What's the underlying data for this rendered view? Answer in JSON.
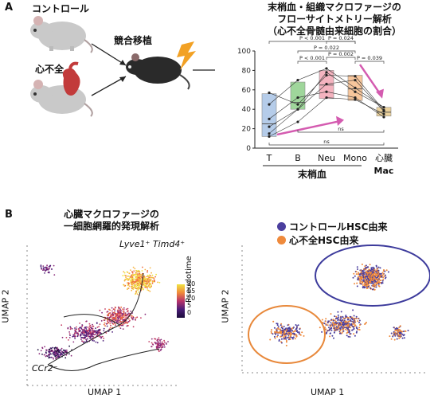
{
  "panel_a": {
    "letter": "A",
    "control_label": "コントロール",
    "heart_failure_label": "心不全",
    "transplant_label": "競合移植",
    "chart_title": [
      "末梢血・組織マクロファージの",
      "フローサイトメトリー解析",
      "（心不全骨髄由来細胞の割合）"
    ]
  },
  "panel_b": {
    "letter": "B",
    "left_title": [
      "心臓マクロファージの",
      "一細胞網羅的発現解析"
    ],
    "lyve_label": "Lyve1⁺ Timd4⁺",
    "ccr2_label": "CCr2⁻",
    "colorbar_label": "Pseudotime",
    "colorbar_ticks": [
      "20",
      "15",
      "10",
      "5",
      "0"
    ],
    "umap1": "UMAP 1",
    "umap2": "UMAP 2",
    "legend": [
      {
        "label": "コントロールHSC由来",
        "color": "#4b3f9e"
      },
      {
        "label": "心不全HSC由来",
        "color": "#ef8a3c"
      }
    ]
  },
  "chart_data": {
    "type": "box",
    "categories": [
      "T",
      "B",
      "Neu",
      "Mono",
      "心臓\nMac"
    ],
    "group_label": "末梢血",
    "category_labels": [
      "T",
      "B",
      "Neu",
      "Mono",
      "心臓",
      "Mac"
    ],
    "ylim": [
      0,
      100
    ],
    "yticks": [
      "0",
      "20",
      "40",
      "60",
      "80",
      "100"
    ],
    "box_colors": [
      "#a9c4e6",
      "#8fd08a",
      "#f3a6b4",
      "#f6bd8b",
      "#e8c98a"
    ],
    "boxes": [
      {
        "q1": 12,
        "median": 25,
        "q3": 56
      },
      {
        "q1": 40,
        "median": 47,
        "q3": 68
      },
      {
        "q1": 51,
        "median": 65,
        "q3": 80
      },
      {
        "q1": 49,
        "median": 61,
        "q3": 75
      },
      {
        "q1": 33,
        "median": 37,
        "q3": 42
      }
    ],
    "points": [
      [
        57,
        45,
        75,
        74,
        39
      ],
      [
        45,
        70,
        82,
        62,
        42
      ],
      [
        12,
        27,
        52,
        50,
        35
      ],
      [
        22,
        40,
        66,
        70,
        38
      ],
      [
        30,
        52,
        58,
        52,
        32
      ],
      [
        15,
        40,
        78,
        58,
        42
      ]
    ],
    "brackets": [
      {
        "from": 0,
        "to": 3,
        "text": "P < 0.001"
      },
      {
        "from": 1,
        "to": 3,
        "text": "P = 0.022"
      },
      {
        "from": 1,
        "to": 2,
        "text": "P < 0.001"
      },
      {
        "from": 2,
        "to": 3,
        "text": "P = 0.002"
      },
      {
        "from": 2,
        "to": 3,
        "text": "P = 0.024"
      },
      {
        "from": 3,
        "to": 4,
        "text": "P = 0.039"
      },
      {
        "from": 1,
        "to": 4,
        "text": "ns"
      },
      {
        "from": 0,
        "to": 4,
        "text": "ns"
      }
    ]
  }
}
